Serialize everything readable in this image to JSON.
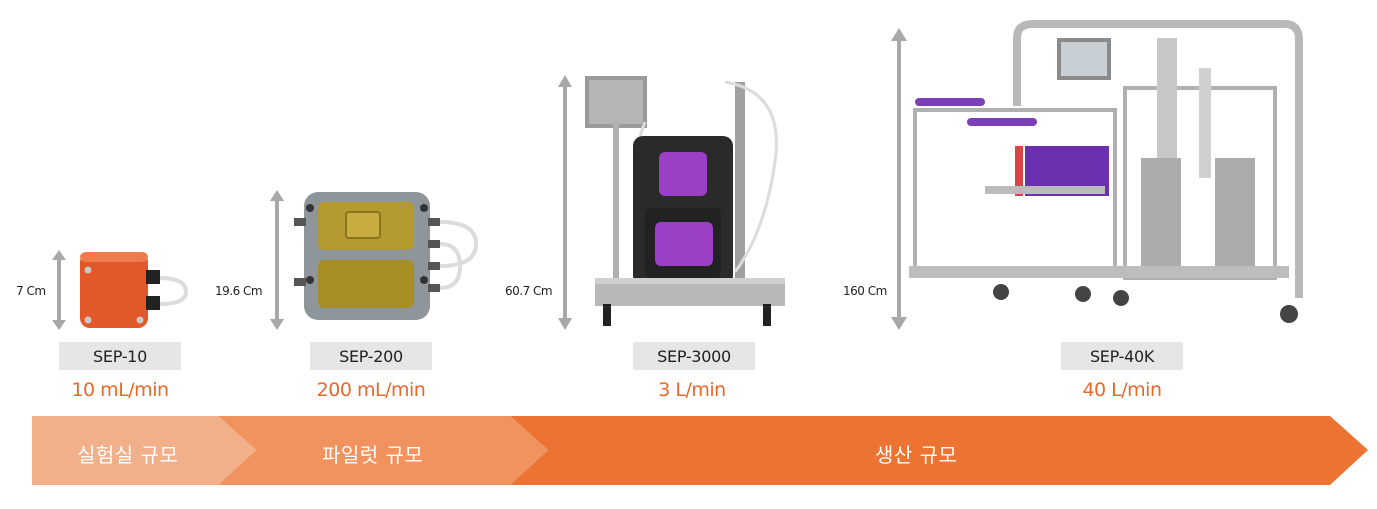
{
  "products": [
    {
      "dimension": "7 Cm",
      "model": "SEP-10",
      "flow_rate": "10 mL/min"
    },
    {
      "dimension": "19.6 Cm",
      "model": "SEP-200",
      "flow_rate": "200 mL/min"
    },
    {
      "dimension": "60.7 Cm",
      "model": "SEP-3000",
      "flow_rate": "3 L/min"
    },
    {
      "dimension": "160 Cm",
      "model": "SEP-40K",
      "flow_rate": "40 L/min"
    }
  ],
  "scale_bar": {
    "lab": "실험실 규모",
    "pilot": "파일럿 규모",
    "production": "생산 규모"
  },
  "colors": {
    "accent": "#e8692b",
    "lab_segment": "#f2b08a",
    "pilot_segment": "#f0935e",
    "production_segment": "#ec7332",
    "arrow_gray": "#a8a8a8",
    "label_bg": "#e6e6e6"
  }
}
